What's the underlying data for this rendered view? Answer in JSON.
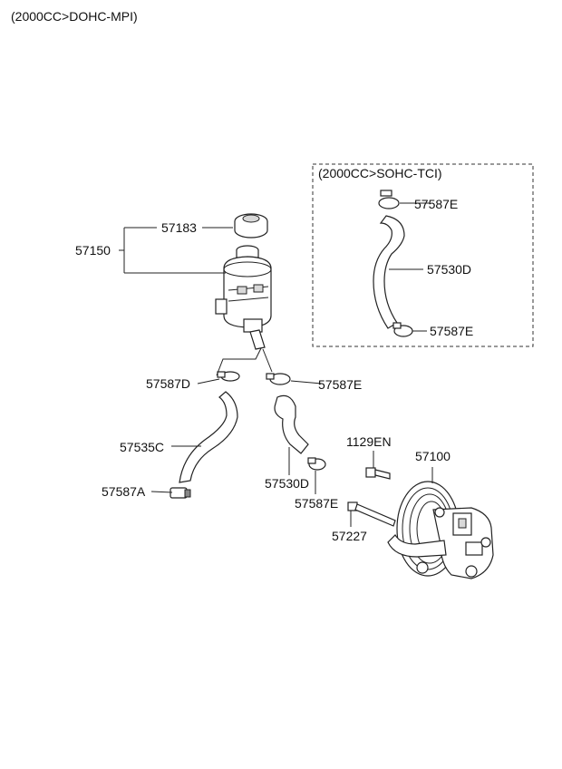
{
  "header": {
    "engine_title": "(2000CC>DOHC-MPI)"
  },
  "inset": {
    "engine_title": "(2000CC>SOHC-TCI)"
  },
  "labels": {
    "reservoir_assy": "57150",
    "reservoir_cap": "57183",
    "clamp_d": "57587D",
    "clamp_e_main": "57587E",
    "hose_return": "57535C",
    "clamp_a": "57587A",
    "hose_suction": "57530D",
    "clamp_e_lower": "57587E",
    "bolt_en": "1129EN",
    "pump_assy": "57100",
    "bolt_pump": "57227",
    "inset_clamp_top": "57587E",
    "inset_hose": "57530D",
    "inset_clamp_bottom": "57587E"
  }
}
